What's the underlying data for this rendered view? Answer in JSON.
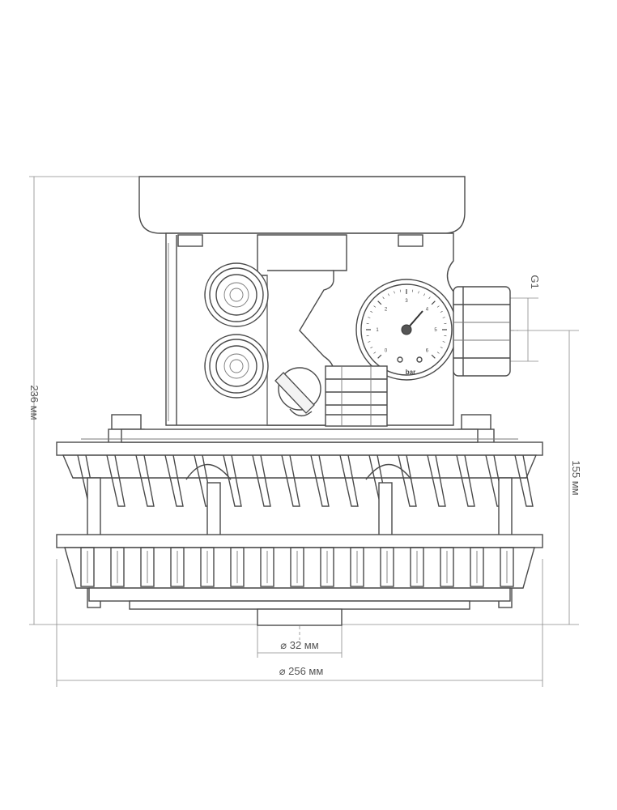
{
  "dimensions": {
    "height_total": "236 мм",
    "height_lower": "155 мм",
    "outlet_diameter": "⌀ 32 мм",
    "base_diameter": "⌀ 256 мм",
    "thread": "G1"
  },
  "gauge": {
    "unit": "bar",
    "ticks": [
      "0",
      "1",
      "2",
      "3",
      "4",
      "5",
      "6"
    ]
  }
}
